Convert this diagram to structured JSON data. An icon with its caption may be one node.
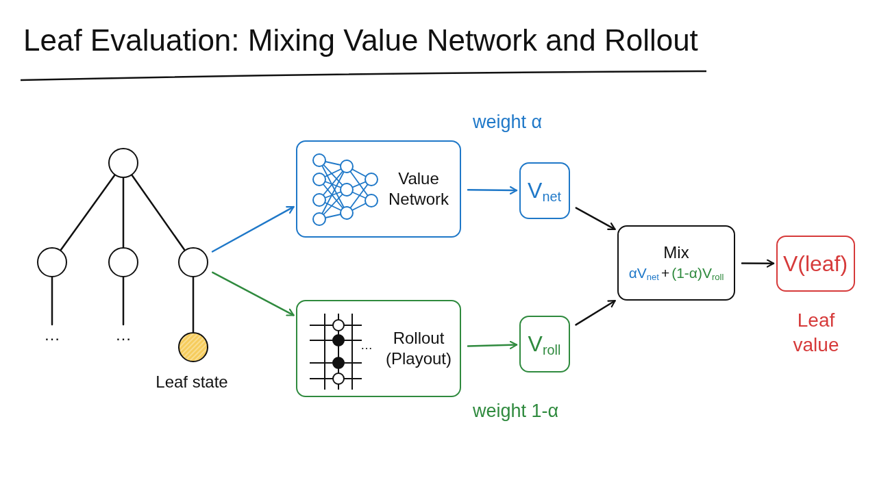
{
  "diagram": {
    "title": "Leaf Evaluation: Mixing Value Network and Rollout",
    "nodes": [
      {
        "text": [],
        "shape": "circle"
      },
      {
        "text": [],
        "shape": "circle"
      },
      {
        "text": [],
        "shape": "circle"
      },
      {
        "text": [],
        "shape": "circle"
      },
      {
        "text": [
          "…"
        ]
      },
      {
        "text": [
          "…"
        ]
      },
      {
        "text": [],
        "shape": "circle",
        "beside": [
          "Leaf state"
        ]
      },
      {
        "text": [
          "Value Network"
        ]
      },
      {
        "text": [
          "Rollout (Playout)"
        ]
      },
      {
        "text": [
          "V$_{net}$"
        ]
      },
      {
        "text": [
          "V$_{roll}$"
        ]
      },
      {
        "text": [
          "Mix",
          "αV$_{net}$",
          "+",
          "(1-α)V$_{roll}$"
        ]
      },
      {
        "text": [
          "V(leaf)"
        ],
        "beside": [
          "Leaf value"
        ]
      }
    ],
    "edges": [
      {
        "from": 0,
        "to": 1,
        "arrow": "none"
      },
      {
        "from": 0,
        "to": 2,
        "arrow": "none"
      },
      {
        "from": 0,
        "to": 3,
        "arrow": "none"
      },
      {
        "from": 1,
        "to": 4,
        "arrow": "none"
      },
      {
        "from": 2,
        "to": 5,
        "arrow": "none"
      },
      {
        "from": 3,
        "to": 6,
        "arrow": "none"
      },
      {
        "from": 3,
        "to": 7,
        "arrow": "to",
        "color": "#1f78c8"
      },
      {
        "from": 3,
        "to": 8,
        "arrow": "to",
        "color": "#2f8a3e"
      },
      {
        "from": 7,
        "to": 9,
        "arrow": "to",
        "color": "#1f78c8"
      },
      {
        "from": 8,
        "to": 10,
        "arrow": "to",
        "color": "#2f8a3e"
      },
      {
        "from": 9,
        "to": 11,
        "arrow": "to"
      },
      {
        "from": 10,
        "to": 11,
        "arrow": "to"
      },
      {
        "from": 11,
        "to": 12,
        "arrow": "to"
      }
    ],
    "labels": [
      "weight α",
      "weight 1-α",
      "…"
    ]
  }
}
